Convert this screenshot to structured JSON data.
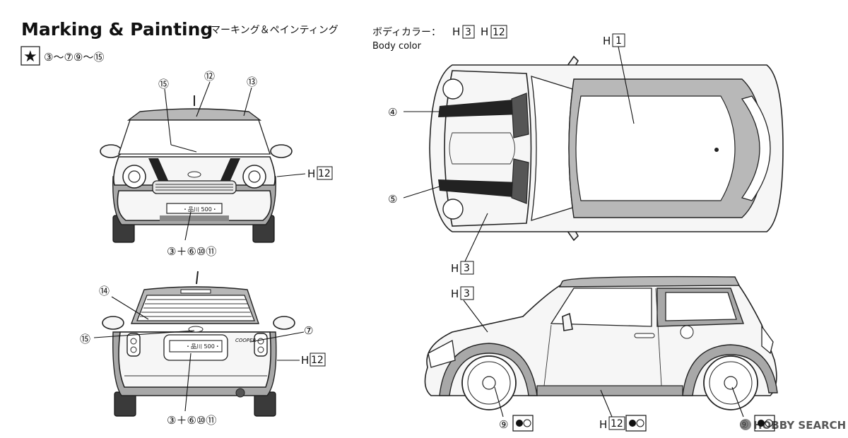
{
  "header": {
    "title": "Marking & Painting",
    "title_jp": "マーキング＆ペインティング",
    "body_color_jp": "ボディカラー：",
    "body_color_codes": [
      "H",
      "3",
      "H",
      "12"
    ],
    "body_color_en": "Body color",
    "star_marker": "★",
    "star_decals": "③～⑦⑨～⑮"
  },
  "front_view": {
    "callout_top_left": "⑮",
    "callout_top_mid": "⑫",
    "callout_top_right": "⑬",
    "paint_code": [
      "H",
      "12"
    ],
    "plate_text": "・品川 500・",
    "bottom_label": "③＋⑥⑩⑪"
  },
  "rear_view": {
    "callout_top_left": "⑭",
    "callout_left": "⑮",
    "callout_right": "⑦",
    "paint_code": [
      "H",
      "12"
    ],
    "plate_text": "・品川 500・",
    "badge_text": "COOPER",
    "bottom_label": "③＋⑥⑩⑪"
  },
  "top_view": {
    "roof_code": [
      "H",
      "1"
    ],
    "stripe_front": "④",
    "stripe_rear": "⑤",
    "hood_code": [
      "H",
      "3"
    ]
  },
  "side_view": {
    "body_code": [
      "H",
      "3"
    ],
    "wheel_left": "⑨",
    "wheel_right": "⑨",
    "sill_code": [
      "H",
      "12"
    ]
  },
  "watermark": {
    "logo": "HOBBY SEARCH"
  }
}
